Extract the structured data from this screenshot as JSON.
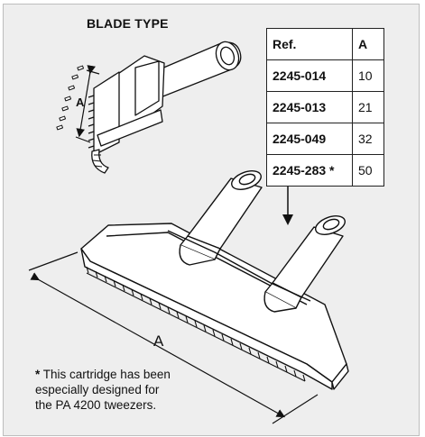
{
  "title": "BLADE TYPE",
  "table": {
    "headers": [
      "Ref.",
      "A"
    ],
    "rows": [
      {
        "ref": "2245-014",
        "a": "10"
      },
      {
        "ref": "2245-013",
        "a": "21"
      },
      {
        "ref": "2245-049",
        "a": "32"
      },
      {
        "ref": "2245-283 *",
        "a": "50"
      }
    ]
  },
  "labels": {
    "small_dimension": "A",
    "large_dimension": "A"
  },
  "note": {
    "star": "*",
    "text": "This cartridge has been especially designed for the PA 4200 tweezers."
  }
}
